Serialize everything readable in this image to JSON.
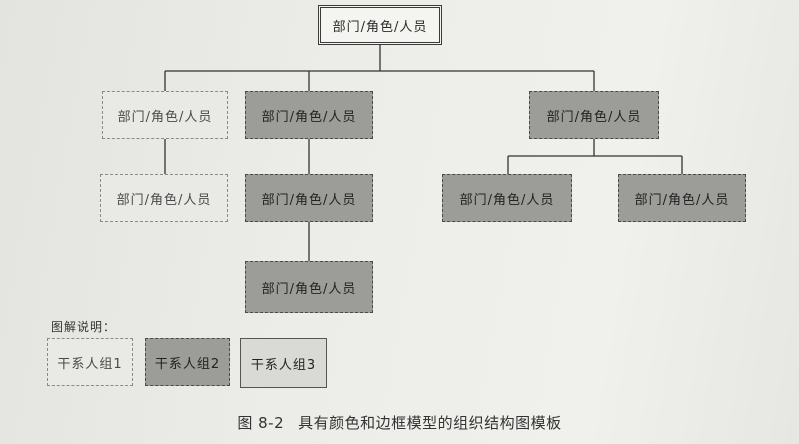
{
  "org_chart": {
    "root": {
      "label": "部门/角色/人员"
    },
    "level1": [
      {
        "label": "部门/角色/人员",
        "style": 1
      },
      {
        "label": "部门/角色/人员",
        "style": 2
      },
      {
        "label": "部门/角色/人员",
        "style": 2
      }
    ],
    "level2": [
      {
        "label": "部门/角色/人员",
        "style": 1
      },
      {
        "label": "部门/角色/人员",
        "style": 2
      },
      {
        "label": "部门/角色/人员",
        "style": 2
      },
      {
        "label": "部门/角色/人员",
        "style": 2
      }
    ],
    "level3": [
      {
        "label": "部门/角色/人员",
        "style": 2
      }
    ]
  },
  "legend": {
    "title": "图解说明：",
    "items": [
      {
        "label": "干系人组1",
        "style": 1
      },
      {
        "label": "干系人组2",
        "style": 2
      },
      {
        "label": "干系人组3",
        "style": 3
      }
    ]
  },
  "caption": {
    "number": "图 8-2",
    "text": "具有颜色和边框模型的组织结构图模板"
  },
  "colors": {
    "style1_fill": "#e9e9e5",
    "style2_fill": "#9c9c98",
    "style3_fill": "#d9d9d5",
    "line": "#333333"
  }
}
